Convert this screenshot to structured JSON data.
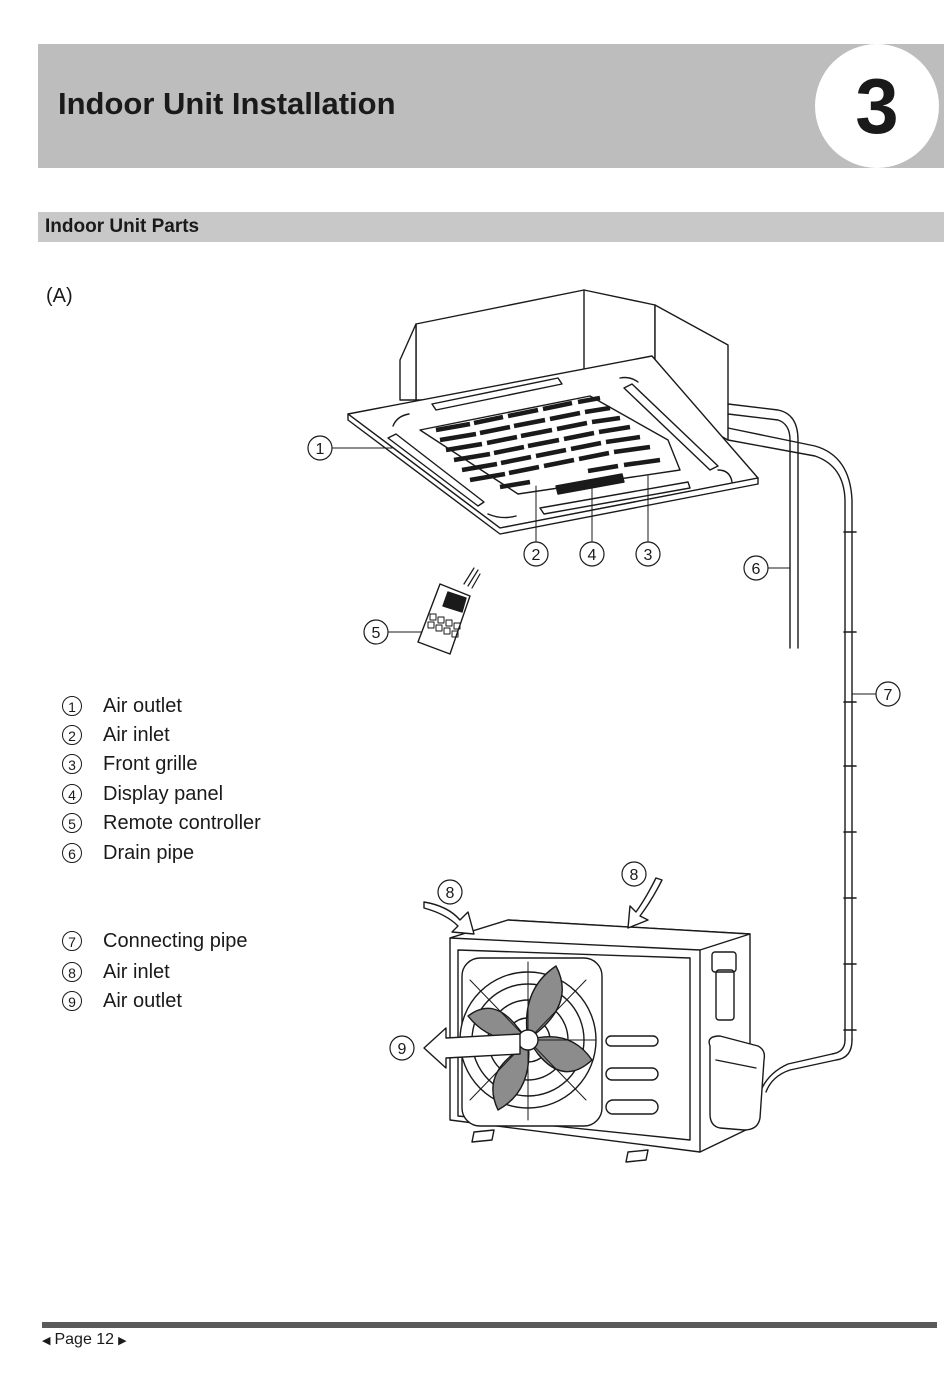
{
  "header": {
    "title": "Indoor Unit Installation",
    "chapter_number": "3"
  },
  "section": {
    "title": "Indoor Unit Parts"
  },
  "figure": {
    "label": "(A)"
  },
  "callouts": [
    "1",
    "2",
    "4",
    "3",
    "6",
    "5",
    "7",
    "8",
    "8",
    "9"
  ],
  "legend_group_1": [
    {
      "num": "1",
      "label": "Air outlet"
    },
    {
      "num": "2",
      "label": "Air inlet"
    },
    {
      "num": "3",
      "label": "Front grille"
    },
    {
      "num": "4",
      "label": "Display panel"
    },
    {
      "num": "5",
      "label": "Remote controller"
    },
    {
      "num": "6",
      "label": "Drain pipe"
    }
  ],
  "legend_group_2": [
    {
      "num": "7",
      "label": "Connecting pipe"
    },
    {
      "num": "8",
      "label": "Air inlet"
    },
    {
      "num": "9",
      "label": "Air outlet"
    }
  ],
  "footer": {
    "page_label": "Page 12"
  }
}
